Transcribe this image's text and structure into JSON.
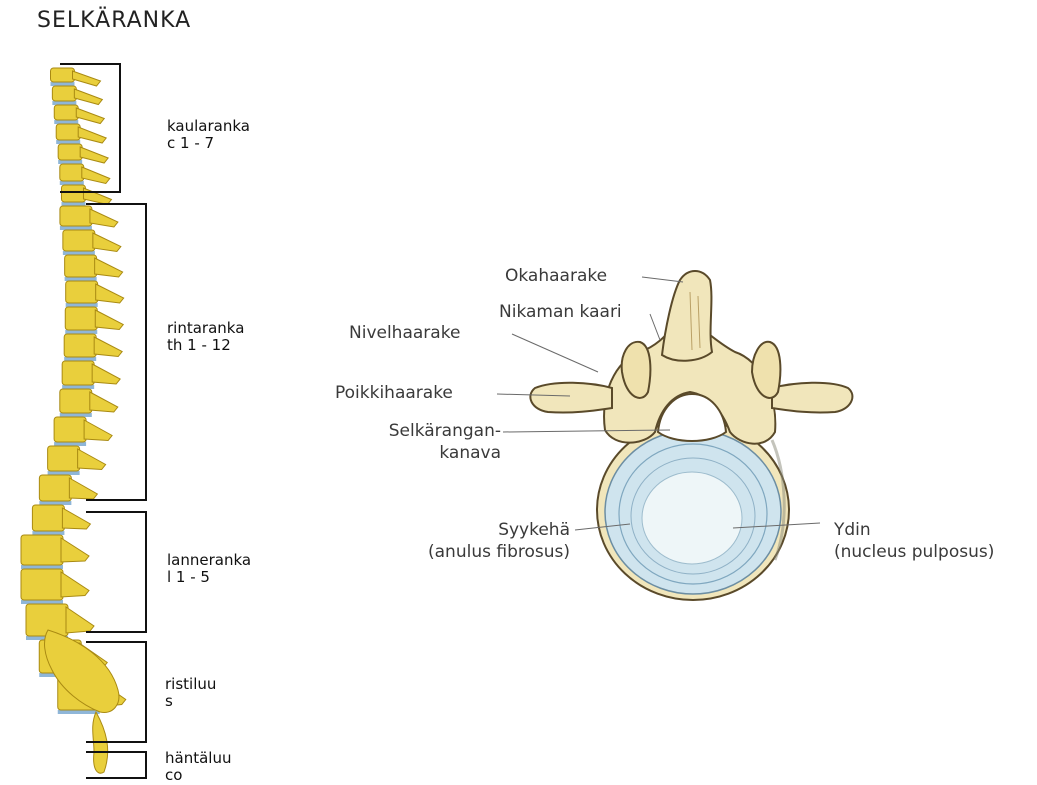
{
  "title": "SELKÄRANKA",
  "regions": [
    {
      "name": "kaularanka",
      "range": "c 1 - 7"
    },
    {
      "name": "rintaranka",
      "range": "th 1 - 12"
    },
    {
      "name": "lanneranka",
      "range": "l  1 - 5"
    },
    {
      "name": "ristiluu",
      "range": "s"
    },
    {
      "name": "häntäluu",
      "range": "co"
    }
  ],
  "vertebra_labels": {
    "okahaarake": "Okahaarake",
    "nikaman_kaari": "Nikaman kaari",
    "nivelhaarake": "Nivelhaarake",
    "poikkihaarake": "Poikkihaarake",
    "selkarangan_line1": "Selkärangan-",
    "selkarangan_line2": "kanava",
    "syykeha_line1": "Syykehä",
    "syykeha_line2": "(anulus fibrosus)",
    "ydin_line1": "Ydin",
    "ydin_line2": "(nucleus pulposus)"
  },
  "colors": {
    "bone": "#e9cf3c",
    "bone_shadow": "#a98a12",
    "disc": "#8fb6d8",
    "vertebra_bone": "#f1e6bb",
    "vertebra_outline": "#5a4a2a",
    "annulus": "#cfe4ee",
    "nucleus": "#eef6f8"
  }
}
